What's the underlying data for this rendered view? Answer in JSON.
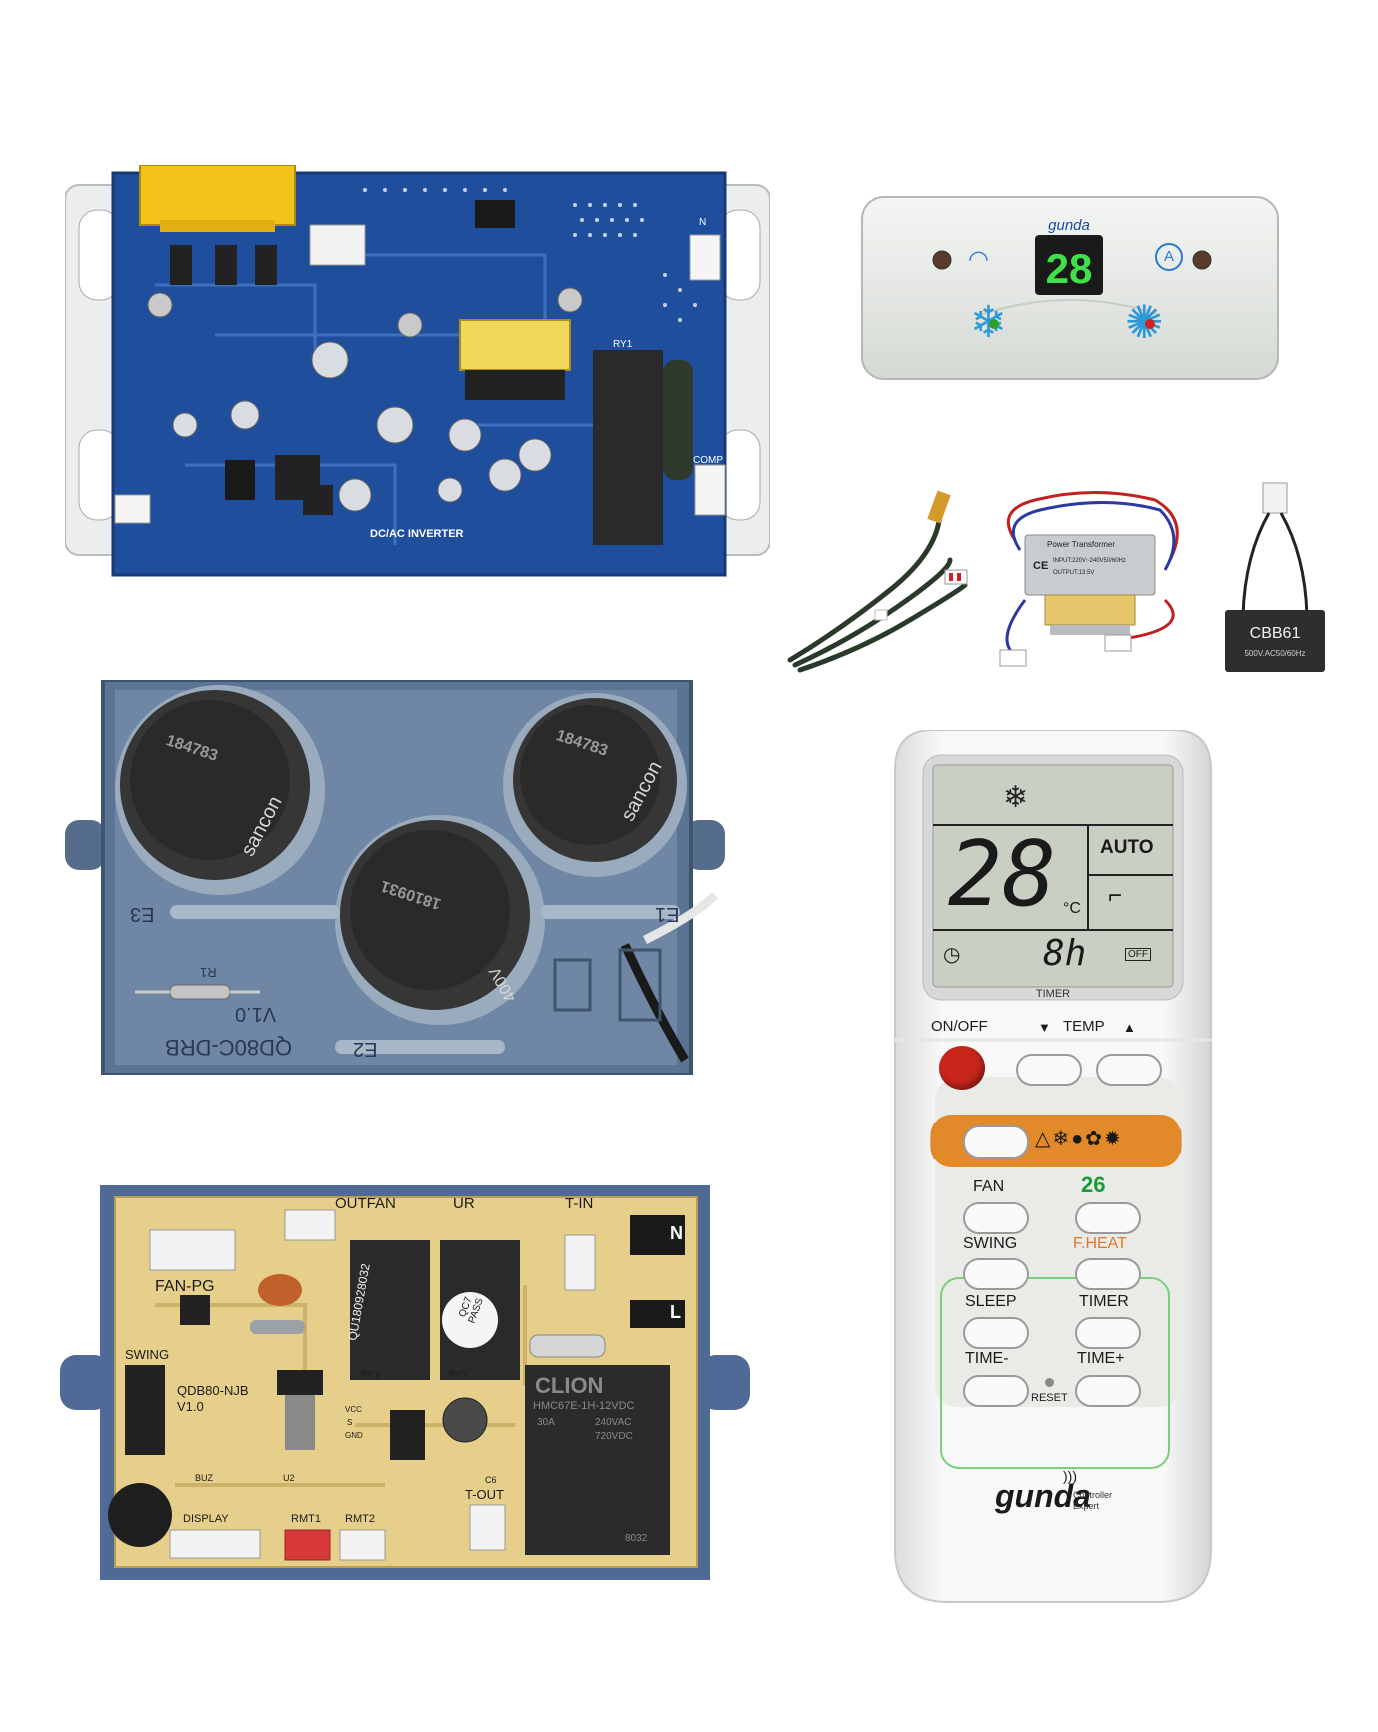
{
  "inverter_board": {
    "silkscreen": "DC/AC INVERTER",
    "relay_label": "RY1",
    "comp_label": "COMP",
    "neutral_label": "N"
  },
  "wall_display": {
    "brand": "gunda",
    "temperature": "28",
    "icons": [
      "wifi-icon",
      "auto-icon",
      "cool-snowflake-icon",
      "heat-sun-icon"
    ]
  },
  "sensor_probe": {},
  "transformer": {
    "title": "Power Transformer",
    "input": "INPUT:220V~240V50/60Hz",
    "output": "OUTPUT:13.5V",
    "mark": "CE"
  },
  "capacitor": {
    "model": "CBB61",
    "rating": "500V.AC50/60Hz"
  },
  "capacitor_board": {
    "cap_brand": "sancon",
    "cap_code_1": "184783",
    "cap_code_2": "1810931",
    "cap_rating": "400V",
    "labels": {
      "e1": "E1",
      "e2": "E2",
      "e3": "E3",
      "r1": "R1"
    },
    "model": "QD80C-DRB",
    "version": "V1.0"
  },
  "control_board": {
    "model": "QDB80-NJB",
    "version": "V1.0",
    "labels": {
      "outfan": "OUTFAN",
      "ur": "UR",
      "t_in": "T-IN",
      "fan_pg": "FAN-PG",
      "swing": "SWING",
      "display": "DISPLAY",
      "rmt1": "RMT1",
      "rmt2": "RMT2",
      "t_out": "T-OUT",
      "n": "N",
      "l": "L",
      "buz": "BUZ",
      "u2": "U2",
      "ry3": "RY3",
      "ry2": "RY2",
      "c6": "C6",
      "vcc": "VCC",
      "s": "S",
      "gnd": "GND",
      "qc": "QC7",
      "pass": "PASS",
      "serial": "QU180928032"
    },
    "relay": {
      "brand": "CLION",
      "model": "HMC67E-1H-12VDC",
      "current": "30A",
      "voltage1": "240VAC",
      "voltage2": "720VDC",
      "code": "8032"
    }
  },
  "remote": {
    "lcd": {
      "temperature": "28",
      "unit": "°C",
      "mode": "AUTO",
      "timer_hours": "8h",
      "off_label": "OFF",
      "timer_caption": "TIMER"
    },
    "buttons": {
      "on_off": "ON/OFF",
      "temp_down": "▼",
      "temp": "TEMP",
      "temp_up": "▲",
      "fan": "FAN",
      "auto26": "26",
      "swing": "SWING",
      "fheat": "F.HEAT",
      "sleep": "SLEEP",
      "timer": "TIMER",
      "time_minus": "TIME-",
      "time_plus": "TIME+",
      "reset": "RESET"
    },
    "brand": "gunda",
    "brand_tag_1": "Controller",
    "brand_tag_2": "Expert",
    "colors": {
      "power": "#c8261b",
      "mode_band": "#e28a2a",
      "green": "#1a9a3a",
      "fheat": "#e07a2a"
    }
  }
}
